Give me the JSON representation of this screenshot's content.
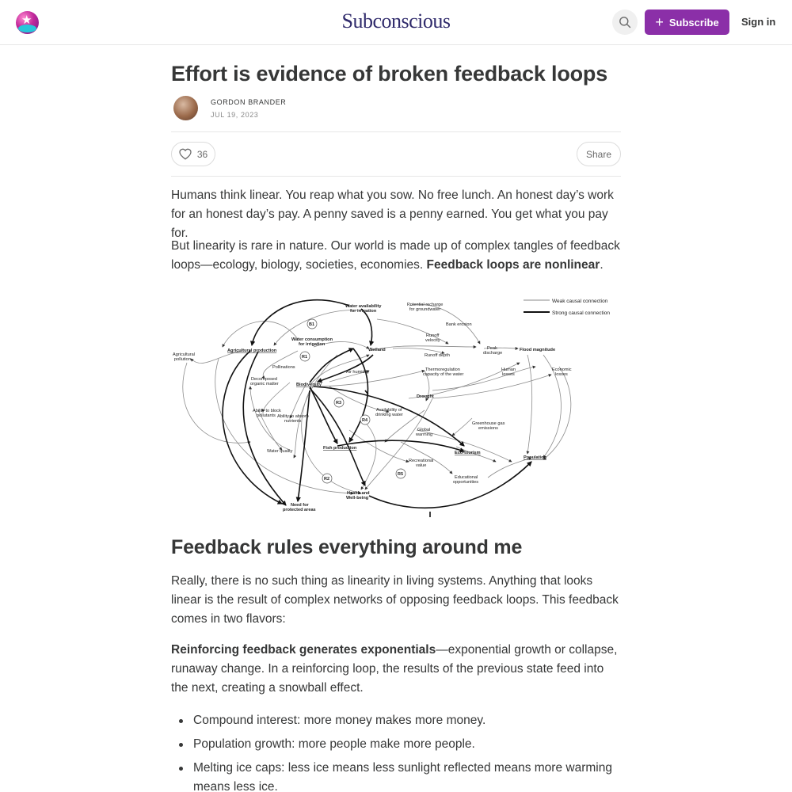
{
  "nav": {
    "publication": "Subconscious",
    "subscribe_label": "Subscribe",
    "signin_label": "Sign in",
    "accent_color": "#8b2fa8"
  },
  "post": {
    "title": "Effort is evidence of broken feedback loops",
    "author": "GORDON BRANDER",
    "date": "JUL 19, 2023",
    "likes": "36",
    "share_label": "Share"
  },
  "body": {
    "p1": "Humans think linear. You reap what you sow. No free lunch. An honest day’s work for an honest day’s pay. A penny saved is a penny earned. You get what you pay for.",
    "p2_a": "But linearity is rare in nature. Our world is made up of complex tangles of feedback loops—ecology, biology, societies, economies. ",
    "p2_bold": "Feedback loops are nonlinear",
    "p2_end": ".",
    "h2": "Feedback rules everything around me",
    "p3": "Really, there is no such thing as linearity in living systems. Anything that looks linear is the result of complex networks of opposing feedback loops. This feedback comes in two flavors:",
    "p4_bold": "Reinforcing feedback generates exponentials",
    "p4_rest": "—exponential growth or collapse, runaway change. In a reinforcing loop, the results of the previous state feed into the next, creating a snowball effect.",
    "bullets": [
      "Compound interest: more money makes more money.",
      "Population growth: more people make more people.",
      "Melting ice caps: less ice means less sunlight reflected means more warming means less ice."
    ]
  },
  "diagram": {
    "legend": {
      "weak": "Weak causal connection",
      "strong": "Strong causal connection"
    },
    "nodes": {
      "water_availability_1": "Water availability",
      "water_availability_2": "for irrigation",
      "potential_recharge_1": "Potential recharge",
      "potential_recharge_2": "for groundwater",
      "bank_erosion": "Bank erosion",
      "water_consumption_1": "Water consumption",
      "water_consumption_2": "for irrigation",
      "agri_production": "Agricultural production",
      "wetland": "Wetland",
      "runoff_velocity_1": "Runoff",
      "runoff_velocity_2": "velocity",
      "runoff_depth": "Runoff depth",
      "peak_discharge_1": "Peak",
      "peak_discharge_2": "discharge",
      "flood_magnitude": "Flood magnitude",
      "agri_pollution_1": "Agricultural",
      "agri_pollution_2": "pollution",
      "pollinations": "Pollinations",
      "air_humidity": "Air humidity",
      "thermoregulation_1": "Thermoregulation",
      "thermoregulation_2": "capacity of the water",
      "human_losses_1": "Human",
      "human_losses_2": "losses",
      "economic_losses_1": "Economic",
      "economic_losses_2": "losses",
      "decomposed_1": "Decomposed",
      "decomposed_2": "organic matter",
      "biodiversity": "Biodiversity",
      "drought": "Drought",
      "block_pollutants_1": "Ability to block",
      "block_pollutants_2": "pollutants",
      "absorb_nutrients_1": "Ability to absorb",
      "absorb_nutrients_2": "nutrients",
      "drinking_water_1": "Availability of",
      "drinking_water_2": "drinking water",
      "greenhouse_1": "Greenhouse gas",
      "greenhouse_2": "emissions",
      "global_warming_1": "Global",
      "global_warming_2": "warming",
      "water_quality": "Water quality",
      "fish_production": "Fish production",
      "eco_tourism": "Eco-tourism",
      "population": "Population",
      "recreational_1": "Recreational",
      "recreational_2": "value",
      "educational_1": "Educational",
      "educational_2": "opportunities",
      "health_1": "Health and",
      "health_2": "Well-being",
      "protected_1": "Need for",
      "protected_2": "protected areas"
    },
    "loops": {
      "b1": "B1",
      "r1": "R1",
      "r2": "R2",
      "r3": "R3",
      "r4": "R4",
      "r5": "R5"
    }
  }
}
